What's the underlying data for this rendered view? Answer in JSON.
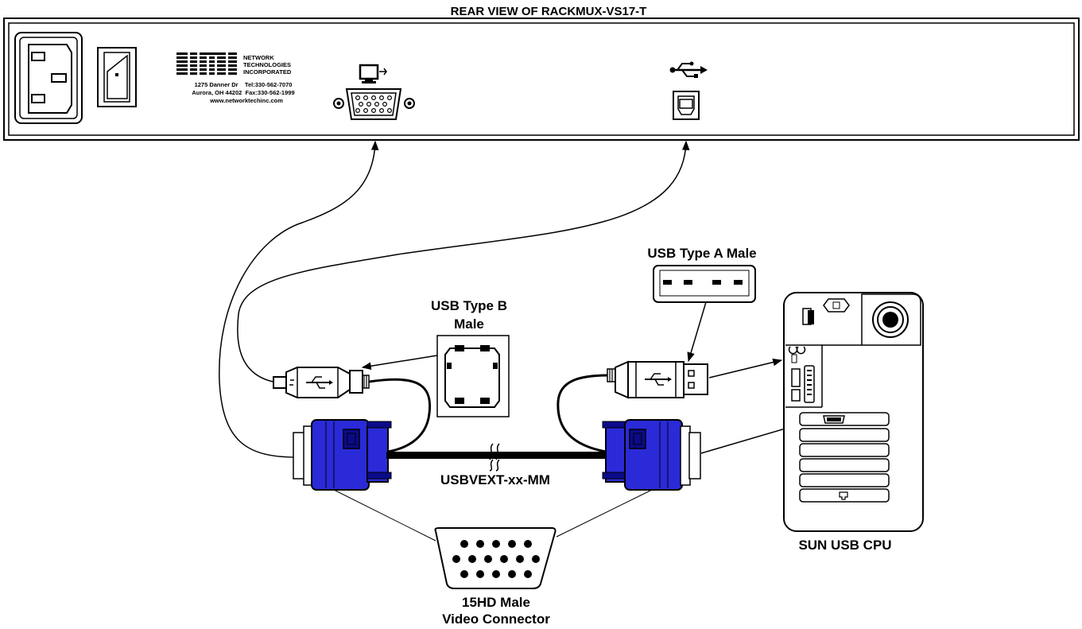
{
  "title": "REAR VIEW OF RACKMUX-VS17-T",
  "panel": {
    "company_lines": [
      "NETWORK",
      "TECHNOLOGIES",
      "INCORPORATED"
    ],
    "address_lines": [
      "1275 Danner Dr    Tel:330-562-7070",
      "Aurora, OH 44202  Fax:330-562-1999",
      "www.networktechinc.com"
    ],
    "video_port_icon": "monitor-icon",
    "usb_port_icon": "usb-trident-icon"
  },
  "labels": {
    "usb_type_a": "USB Type A Male",
    "usb_type_b_line1": "USB Type B",
    "usb_type_b_line2": "Male",
    "cable": "USBVEXT-xx-MM",
    "hd15_line1": "15HD Male",
    "hd15_line2": "Video Connector",
    "cpu": "SUN USB CPU"
  },
  "colors": {
    "connector_blue": "#2a2ad8",
    "connector_dark_blue": "#0b0b8a",
    "line": "#000000"
  }
}
